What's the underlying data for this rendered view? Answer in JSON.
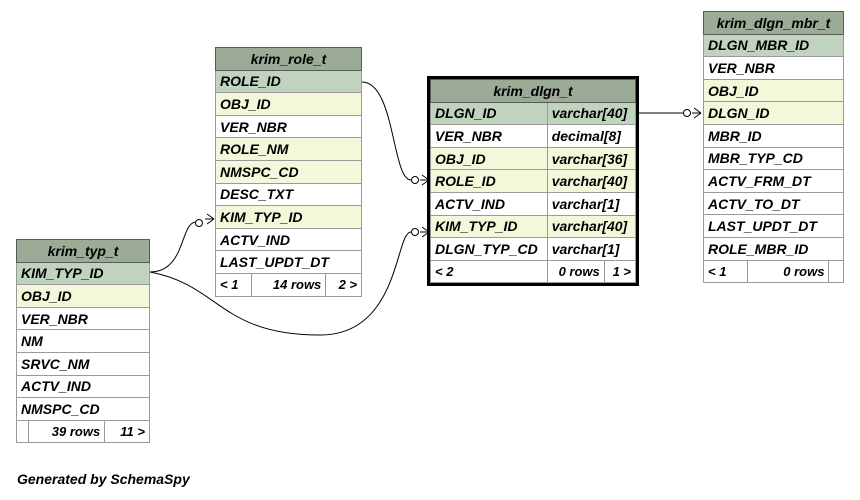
{
  "tables": {
    "role": {
      "name": "krim_role_t",
      "columns": [
        {
          "name": "ROLE_ID",
          "kind": "pk"
        },
        {
          "name": "OBJ_ID",
          "kind": "fk"
        },
        {
          "name": "VER_NBR",
          "kind": ""
        },
        {
          "name": "ROLE_NM",
          "kind": "fk"
        },
        {
          "name": "NMSPC_CD",
          "kind": "fk"
        },
        {
          "name": "DESC_TXT",
          "kind": ""
        },
        {
          "name": "KIM_TYP_ID",
          "kind": "fk"
        },
        {
          "name": "ACTV_IND",
          "kind": ""
        },
        {
          "name": "LAST_UPDT_DT",
          "kind": ""
        }
      ],
      "footer": {
        "parents": "< 1",
        "rows": "14 rows",
        "children": "2 >"
      }
    },
    "typ": {
      "name": "krim_typ_t",
      "columns": [
        {
          "name": "KIM_TYP_ID",
          "kind": "pk"
        },
        {
          "name": "OBJ_ID",
          "kind": "fk"
        },
        {
          "name": "VER_NBR",
          "kind": ""
        },
        {
          "name": "NM",
          "kind": ""
        },
        {
          "name": "SRVC_NM",
          "kind": ""
        },
        {
          "name": "ACTV_IND",
          "kind": ""
        },
        {
          "name": "NMSPC_CD",
          "kind": ""
        }
      ],
      "footer": {
        "parents": "",
        "rows": "39 rows",
        "children": "11 >"
      }
    },
    "dlgn": {
      "name": "krim_dlgn_t",
      "columns": [
        {
          "name": "DLGN_ID",
          "type": "varchar[40]",
          "kind": "pk"
        },
        {
          "name": "VER_NBR",
          "type": "decimal[8]",
          "kind": ""
        },
        {
          "name": "OBJ_ID",
          "type": "varchar[36]",
          "kind": "fk"
        },
        {
          "name": "ROLE_ID",
          "type": "varchar[40]",
          "kind": "fk"
        },
        {
          "name": "ACTV_IND",
          "type": "varchar[1]",
          "kind": ""
        },
        {
          "name": "KIM_TYP_ID",
          "type": "varchar[40]",
          "kind": "fk"
        },
        {
          "name": "DLGN_TYP_CD",
          "type": "varchar[1]",
          "kind": ""
        }
      ],
      "footer": {
        "parents": "< 2",
        "rows": "0 rows",
        "children": "1 >"
      }
    },
    "mbr": {
      "name": "krim_dlgn_mbr_t",
      "columns": [
        {
          "name": "DLGN_MBR_ID",
          "kind": "pk"
        },
        {
          "name": "VER_NBR",
          "kind": ""
        },
        {
          "name": "OBJ_ID",
          "kind": "fk"
        },
        {
          "name": "DLGN_ID",
          "kind": "fk"
        },
        {
          "name": "MBR_ID",
          "kind": ""
        },
        {
          "name": "MBR_TYP_CD",
          "kind": ""
        },
        {
          "name": "ACTV_FRM_DT",
          "kind": ""
        },
        {
          "name": "ACTV_TO_DT",
          "kind": ""
        },
        {
          "name": "LAST_UPDT_DT",
          "kind": ""
        },
        {
          "name": "ROLE_MBR_ID",
          "kind": ""
        }
      ],
      "footer": {
        "parents": "< 1",
        "rows": "0 rows",
        "children": ""
      }
    }
  },
  "generated_by": "Generated by SchemaSpy",
  "colors": {
    "header": "#9bab96",
    "primary_key": "#bfd3bf",
    "foreign_key": "#f4f7da",
    "border": "#9a9a9a"
  }
}
